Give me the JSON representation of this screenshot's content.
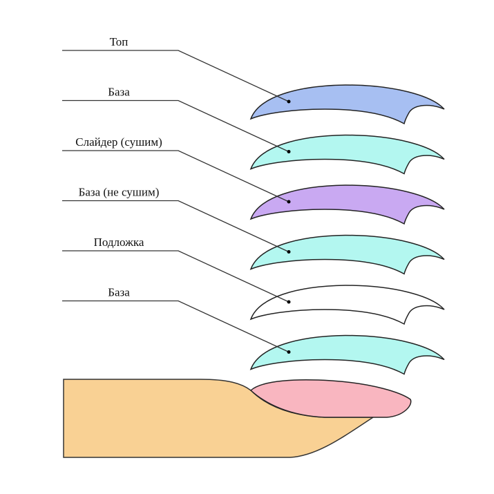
{
  "layers": [
    {
      "label": "Топ",
      "color": "#a7bff2"
    },
    {
      "label": "База",
      "color": "#b3f7f0"
    },
    {
      "label": "Слайдер (сушим)",
      "color": "#c9a9f2"
    },
    {
      "label": "База (не сушим)",
      "color": "#b3f7f0"
    },
    {
      "label": "Подложка",
      "color": "#ffffff"
    },
    {
      "label": "База",
      "color": "#b3f7f0"
    }
  ],
  "finger": {
    "skin_color": "#f9d194",
    "nail_color": "#f9b6c0"
  }
}
